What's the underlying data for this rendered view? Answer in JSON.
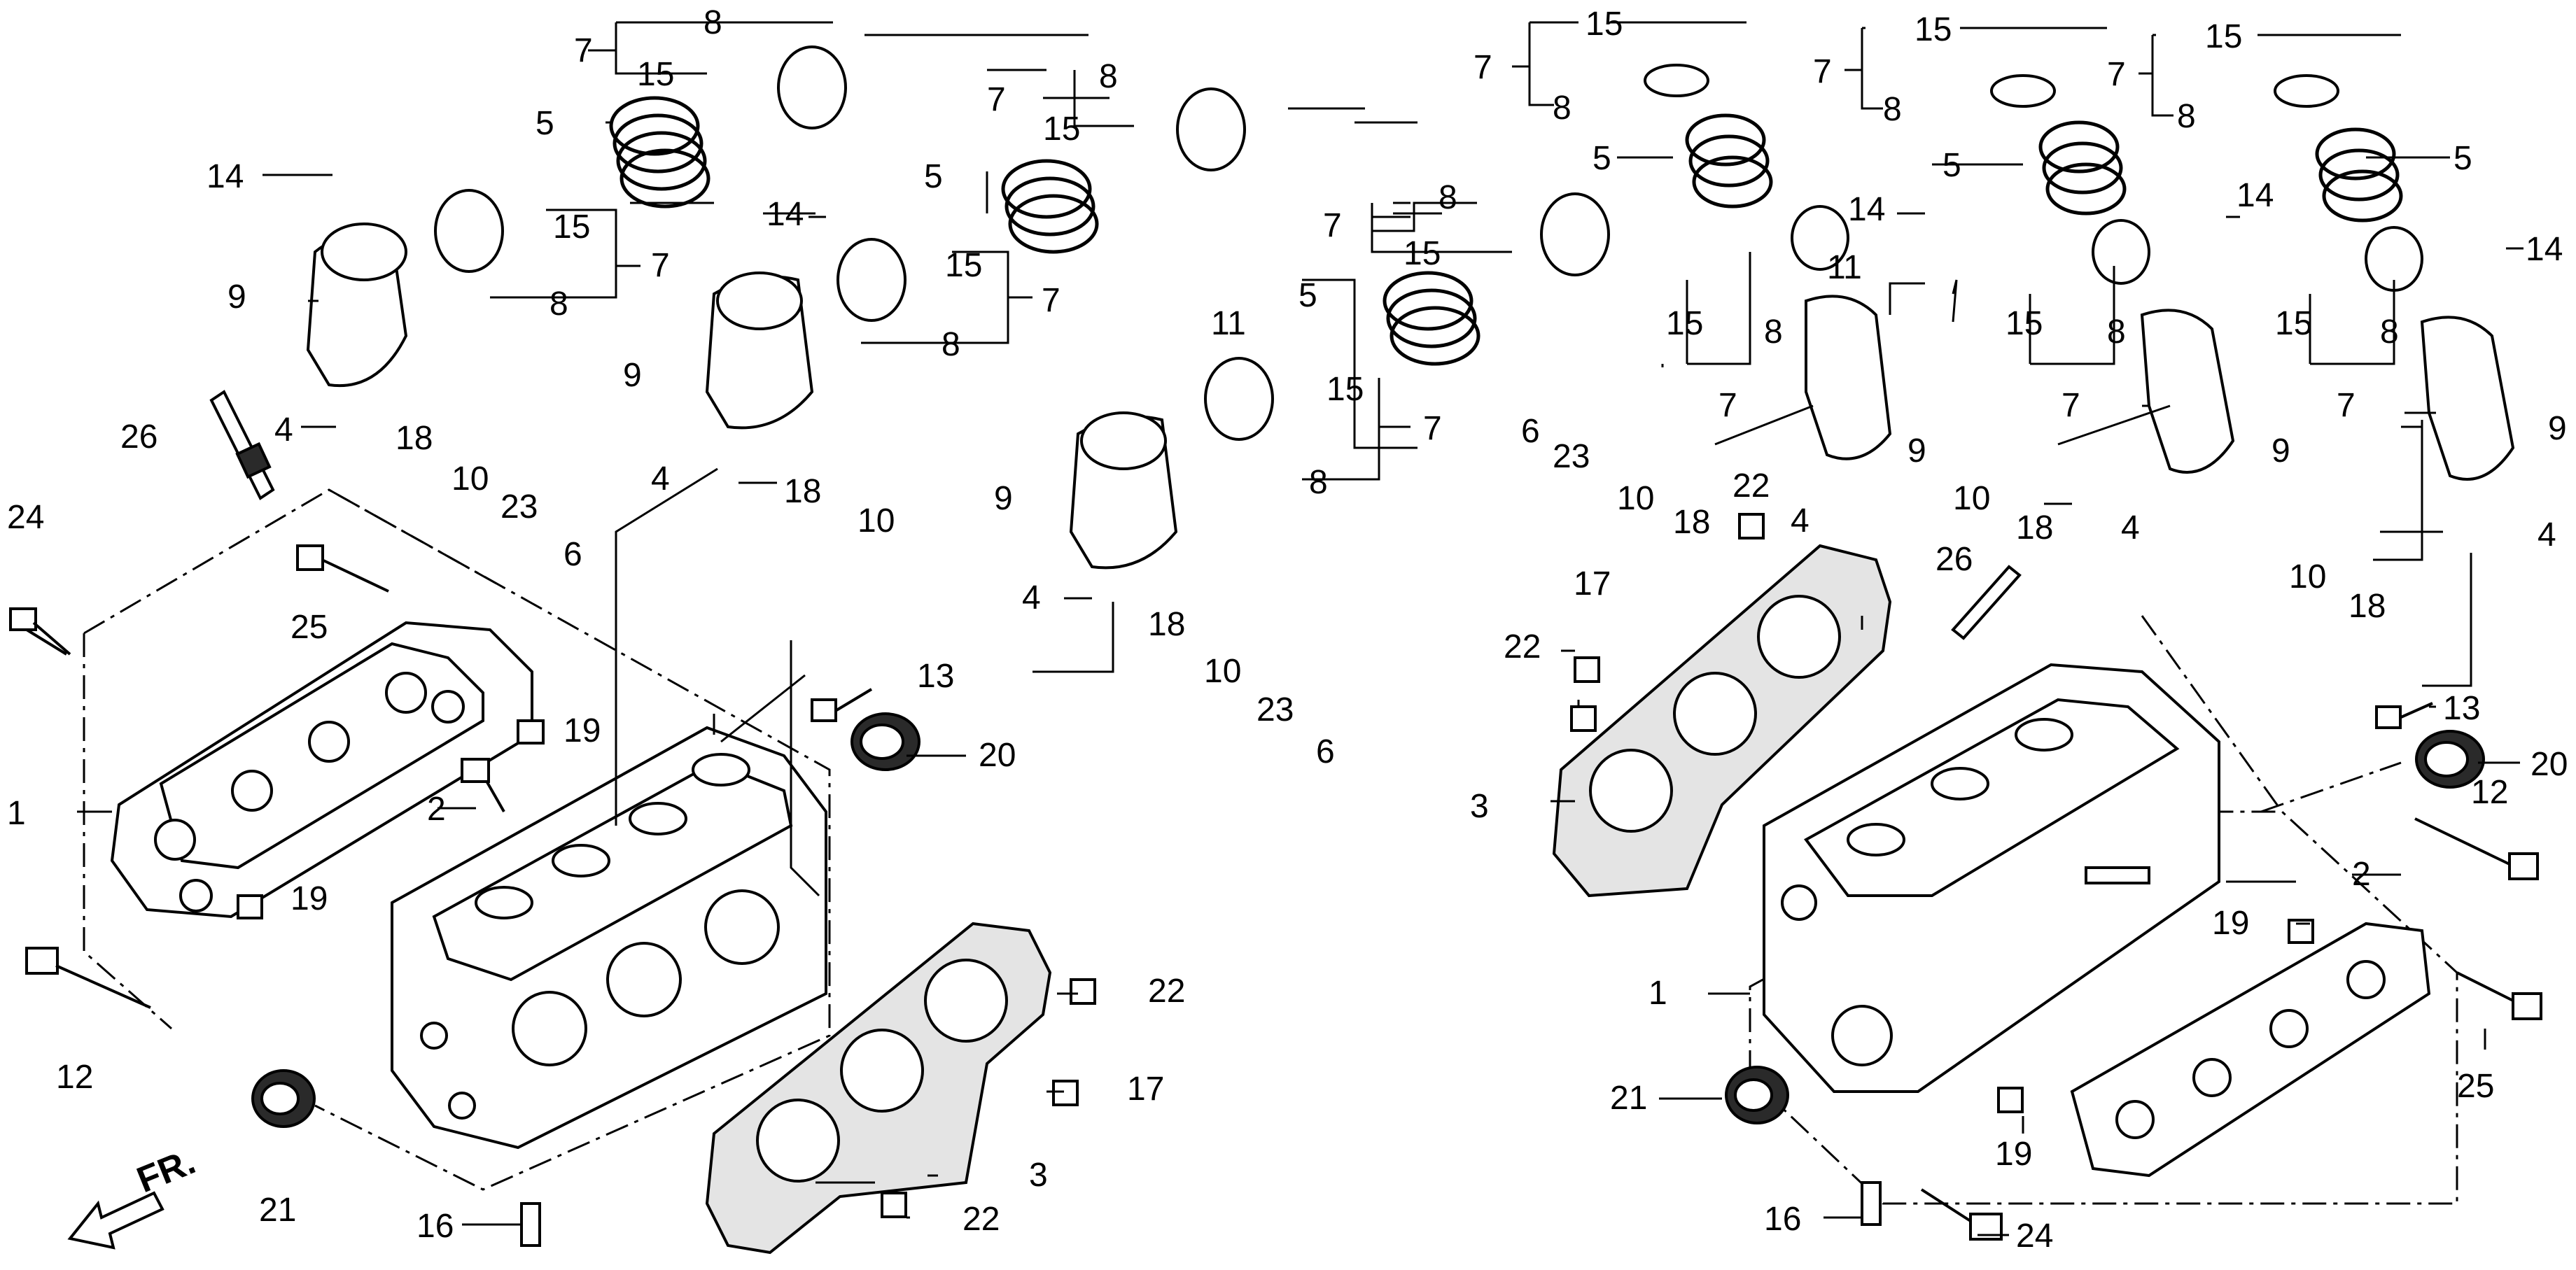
{
  "diagram": {
    "type": "exploded-parts",
    "direction_label": "FR.",
    "callouts": [
      {
        "id": "c1",
        "text": "8"
      },
      {
        "id": "c2",
        "text": "7"
      },
      {
        "id": "c3",
        "text": "15"
      },
      {
        "id": "c4",
        "text": "5"
      },
      {
        "id": "c5",
        "text": "14"
      },
      {
        "id": "c6",
        "text": "15"
      },
      {
        "id": "c7",
        "text": "7"
      },
      {
        "id": "c8",
        "text": "8"
      },
      {
        "id": "c9",
        "text": "9"
      },
      {
        "id": "c10",
        "text": "26"
      },
      {
        "id": "c11",
        "text": "4"
      },
      {
        "id": "c12",
        "text": "18"
      },
      {
        "id": "c13",
        "text": "10"
      },
      {
        "id": "c14",
        "text": "23"
      },
      {
        "id": "c15",
        "text": "6"
      },
      {
        "id": "c16",
        "text": "24"
      },
      {
        "id": "c17",
        "text": "25"
      },
      {
        "id": "c18",
        "text": "19"
      },
      {
        "id": "c19",
        "text": "2"
      },
      {
        "id": "c20",
        "text": "1"
      },
      {
        "id": "c21",
        "text": "19"
      },
      {
        "id": "c22",
        "text": "12"
      },
      {
        "id": "c23",
        "text": "21"
      },
      {
        "id": "c24",
        "text": "16"
      },
      {
        "id": "c25",
        "text": "8"
      },
      {
        "id": "c26",
        "text": "7"
      },
      {
        "id": "c27",
        "text": "15"
      },
      {
        "id": "c28",
        "text": "5"
      },
      {
        "id": "c29",
        "text": "14"
      },
      {
        "id": "c30",
        "text": "15"
      },
      {
        "id": "c31",
        "text": "7"
      },
      {
        "id": "c32",
        "text": "8"
      },
      {
        "id": "c33",
        "text": "9"
      },
      {
        "id": "c34",
        "text": "4"
      },
      {
        "id": "c35",
        "text": "18"
      },
      {
        "id": "c36",
        "text": "10"
      },
      {
        "id": "c37",
        "text": "11"
      },
      {
        "id": "c38",
        "text": "13"
      },
      {
        "id": "c39",
        "text": "20"
      },
      {
        "id": "c40",
        "text": "22"
      },
      {
        "id": "c41",
        "text": "17"
      },
      {
        "id": "c42",
        "text": "3"
      },
      {
        "id": "c43",
        "text": "22"
      },
      {
        "id": "c44",
        "text": "8"
      },
      {
        "id": "c45",
        "text": "7"
      },
      {
        "id": "c46",
        "text": "15"
      },
      {
        "id": "c47",
        "text": "5"
      },
      {
        "id": "c48",
        "text": "15"
      },
      {
        "id": "c49",
        "text": "7"
      },
      {
        "id": "c50",
        "text": "8"
      },
      {
        "id": "c51",
        "text": "9"
      },
      {
        "id": "c52",
        "text": "4"
      },
      {
        "id": "c53",
        "text": "18"
      },
      {
        "id": "c54",
        "text": "10"
      },
      {
        "id": "c55",
        "text": "23"
      },
      {
        "id": "c56",
        "text": "6"
      },
      {
        "id": "c57",
        "text": "15"
      },
      {
        "id": "c58",
        "text": "7"
      },
      {
        "id": "c59",
        "text": "8"
      },
      {
        "id": "c60",
        "text": "5"
      },
      {
        "id": "c61",
        "text": "6"
      },
      {
        "id": "c62",
        "text": "23"
      },
      {
        "id": "c63",
        "text": "10"
      },
      {
        "id": "c64",
        "text": "18"
      },
      {
        "id": "c65",
        "text": "22"
      },
      {
        "id": "c66",
        "text": "4"
      },
      {
        "id": "c67",
        "text": "14"
      },
      {
        "id": "c68",
        "text": "11"
      },
      {
        "id": "c69",
        "text": "15"
      },
      {
        "id": "c70",
        "text": "8"
      },
      {
        "id": "c71",
        "text": "7"
      },
      {
        "id": "c72",
        "text": "9"
      },
      {
        "id": "c73",
        "text": "15"
      },
      {
        "id": "c74",
        "text": "7"
      },
      {
        "id": "c75",
        "text": "8"
      },
      {
        "id": "c76",
        "text": "5"
      },
      {
        "id": "c77",
        "text": "14"
      },
      {
        "id": "c78",
        "text": "15"
      },
      {
        "id": "c79",
        "text": "8"
      },
      {
        "id": "c80",
        "text": "7"
      },
      {
        "id": "c81",
        "text": "10"
      },
      {
        "id": "c82",
        "text": "18"
      },
      {
        "id": "c83",
        "text": "9"
      },
      {
        "id": "c84",
        "text": "4"
      },
      {
        "id": "c85",
        "text": "15"
      },
      {
        "id": "c86",
        "text": "7"
      },
      {
        "id": "c87",
        "text": "8"
      },
      {
        "id": "c88",
        "text": "5"
      },
      {
        "id": "c89",
        "text": "14"
      },
      {
        "id": "c90",
        "text": "15"
      },
      {
        "id": "c91",
        "text": "8"
      },
      {
        "id": "c92",
        "text": "7"
      },
      {
        "id": "c93",
        "text": "9"
      },
      {
        "id": "c94",
        "text": "4"
      },
      {
        "id": "c95",
        "text": "10"
      },
      {
        "id": "c96",
        "text": "18"
      },
      {
        "id": "c97",
        "text": "26"
      },
      {
        "id": "c98",
        "text": "17"
      },
      {
        "id": "c99",
        "text": "22"
      },
      {
        "id": "c100",
        "text": "3"
      },
      {
        "id": "c101",
        "text": "13"
      },
      {
        "id": "c102",
        "text": "20"
      },
      {
        "id": "c103",
        "text": "12"
      },
      {
        "id": "c104",
        "text": "2"
      },
      {
        "id": "c105",
        "text": "19"
      },
      {
        "id": "c106",
        "text": "1"
      },
      {
        "id": "c107",
        "text": "25"
      },
      {
        "id": "c108",
        "text": "21"
      },
      {
        "id": "c109",
        "text": "19"
      },
      {
        "id": "c110",
        "text": "16"
      },
      {
        "id": "c111",
        "text": "24"
      }
    ]
  }
}
